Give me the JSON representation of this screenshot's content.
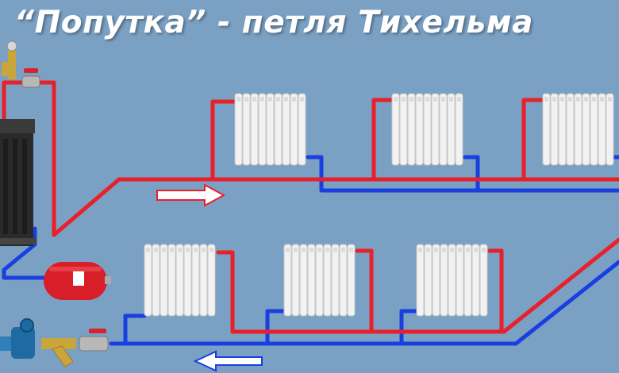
{
  "title": "“Попутка” - петля Тихельма",
  "colors": {
    "background": "#7aa0c4",
    "supply": "#e8202a",
    "return": "#1a3fe0",
    "radiator": "#f2f2f2",
    "tank": "#d81e28",
    "boiler": "#2a2a2a"
  },
  "icons": {
    "flow_arrow_upper": "arrow-right-icon",
    "flow_arrow_lower": "arrow-left-icon",
    "boiler": "boiler-icon",
    "expansion_tank": "expansion-tank-icon",
    "pump": "circulation-pump-icon",
    "filter": "y-strainer-icon",
    "valve": "ball-valve-icon"
  },
  "layout_counts": {
    "upper_radiators": 3,
    "lower_radiators": 3
  }
}
